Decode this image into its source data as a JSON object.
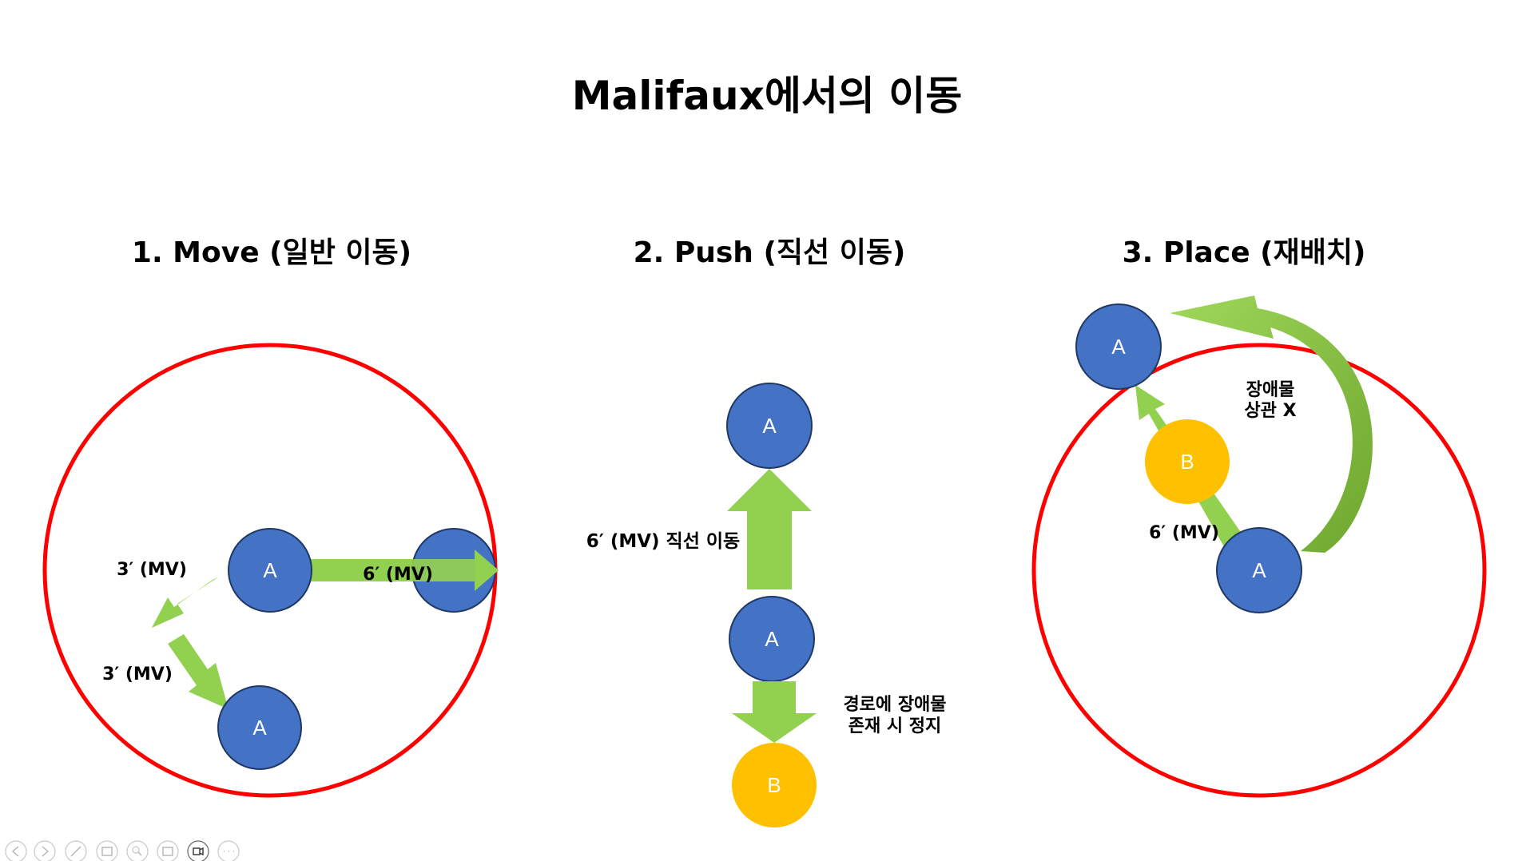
{
  "title": "Malifaux에서의 이동",
  "sections": {
    "move": {
      "heading": "1. Move (일반 이동)",
      "token": "A",
      "label_forward": "6′ (MV)",
      "label_step1": "3′ (MV)",
      "label_step2": "3′ (MV)"
    },
    "push": {
      "heading": "2. Push (직선 이동)",
      "token_a": "A",
      "token_b": "B",
      "label_straight": "6′ (MV) 직선 이동",
      "note_line1": "경로에 장애물",
      "note_line2": "존재 시 정지"
    },
    "place": {
      "heading": "3. Place (재배치)",
      "token_a": "A",
      "token_b": "B",
      "label_mv": "6′ (MV)",
      "note_line1": "장애물",
      "note_line2": "상관 X"
    }
  },
  "colors": {
    "range_circle": "#ff0000",
    "token_a": "#4472c4",
    "token_a_border": "#1f3864",
    "token_b": "#ffc000",
    "arrow": "#92d050",
    "arrow_dark": "#6ea62f"
  },
  "toolbar": {
    "icons": [
      "prev-icon",
      "next-icon",
      "pen-icon",
      "slides-icon",
      "zoom-icon",
      "subtitle-icon",
      "camera-icon",
      "more-icon"
    ]
  }
}
